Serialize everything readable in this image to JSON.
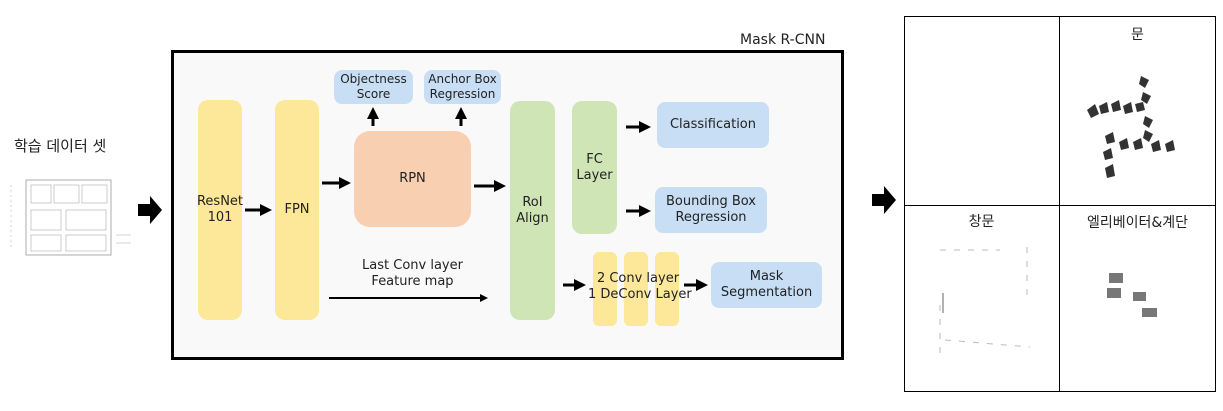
{
  "dataset": {
    "title": "학습 데이터 셋"
  },
  "model": {
    "title": "Mask R-CNN",
    "resnet": "ResNet\n101",
    "fpn": "FPN",
    "rpn": "RPN",
    "objectness": "Objectness\nScore",
    "anchor_box": "Anchor Box\nRegression",
    "roi_align": "RoI\nAlign",
    "fc_layer": "FC\nLayer",
    "classification": "Classification",
    "bbox_regression": "Bounding Box\nRegression",
    "last_conv": "Last Conv layer\nFeature map",
    "conv_layers": "2 Conv layer\n1 DeConv Layer",
    "mask_segmentation": "Mask\nSegmentation"
  },
  "results": {
    "door": "문",
    "window_door": "창문",
    "elevator_stairs": "엘리베이터&계단"
  },
  "colors": {
    "yellow": "#fce898",
    "green": "#cfe5b6",
    "orange": "#f8cfb0",
    "blue": "#c7def5"
  }
}
